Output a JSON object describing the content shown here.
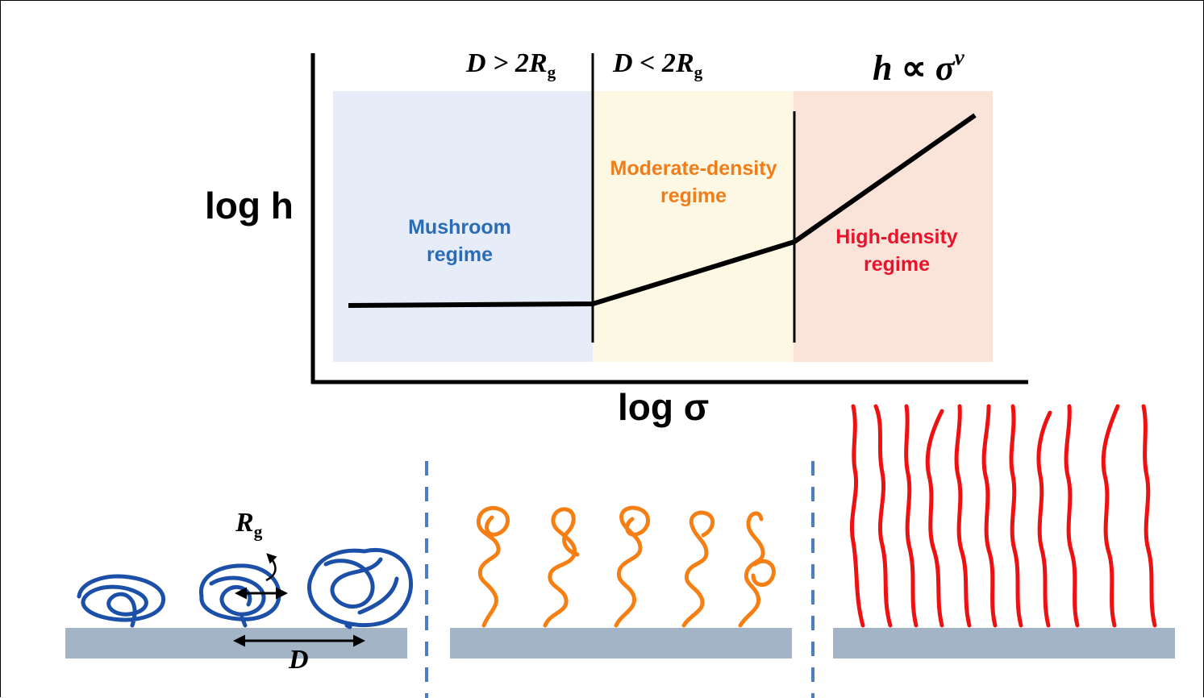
{
  "diagram": {
    "y_axis_label": "log h",
    "x_axis_label": "log σ",
    "scaling_law": {
      "lhs": "h",
      "rel": "∝",
      "base": "σ",
      "exponent": "ν"
    },
    "condition_left": {
      "prefix": "D > 2",
      "var": "R",
      "sub": "g"
    },
    "condition_right": {
      "prefix": "D < 2",
      "var": "R",
      "sub": "g"
    },
    "regimes": [
      {
        "line1": "Mushroom",
        "line2": "regime",
        "color": "#2b6cb5",
        "bg": "#e6ecf8"
      },
      {
        "line1": "Moderate-density",
        "line2": "regime",
        "color": "#f07d1a",
        "bg": "#fdf8e4"
      },
      {
        "line1": "High-density",
        "line2": "regime",
        "color": "#e8142b",
        "bg": "#fae4da"
      }
    ],
    "illustration": {
      "rg_label": {
        "var": "R",
        "sub": "g"
      },
      "d_label": "D",
      "substrate_color": "#a3b4c6",
      "coil_color": "#1c4fa8",
      "brush_moderate_color": "#f57f13",
      "brush_high_color": "#ee1111",
      "divider_color": "#4e7cc0"
    }
  }
}
